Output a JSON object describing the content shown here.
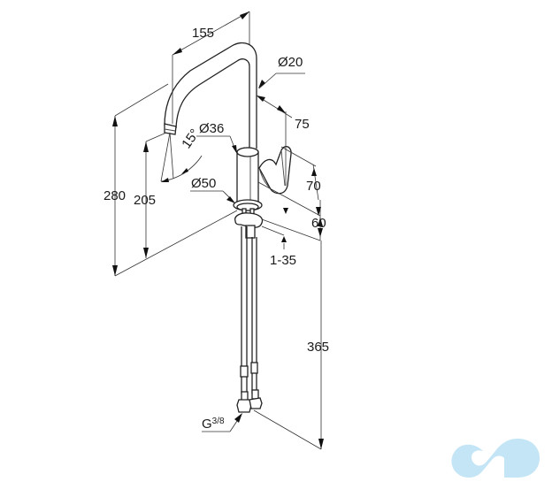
{
  "drawing": {
    "subject": "Single-lever kitchen faucet with high swivel spout - dimensional drawing",
    "units": "mm",
    "dimensions": {
      "spout_reach": "155",
      "spout_diameter": "Ø20",
      "lever_projection": "75",
      "body_diameter": "Ø36",
      "swivel_angle": "15°",
      "base_diameter": "Ø50",
      "total_height": "280",
      "spout_outlet_height": "205",
      "lever_height": "70",
      "body_height": "60",
      "deck_thickness": "1-35",
      "hose_length": "365",
      "connection_thread": "G",
      "connection_thread_fraction": "3/8"
    }
  },
  "watermark": {
    "name": "logo-watermark",
    "color": "#bfe3f4"
  }
}
